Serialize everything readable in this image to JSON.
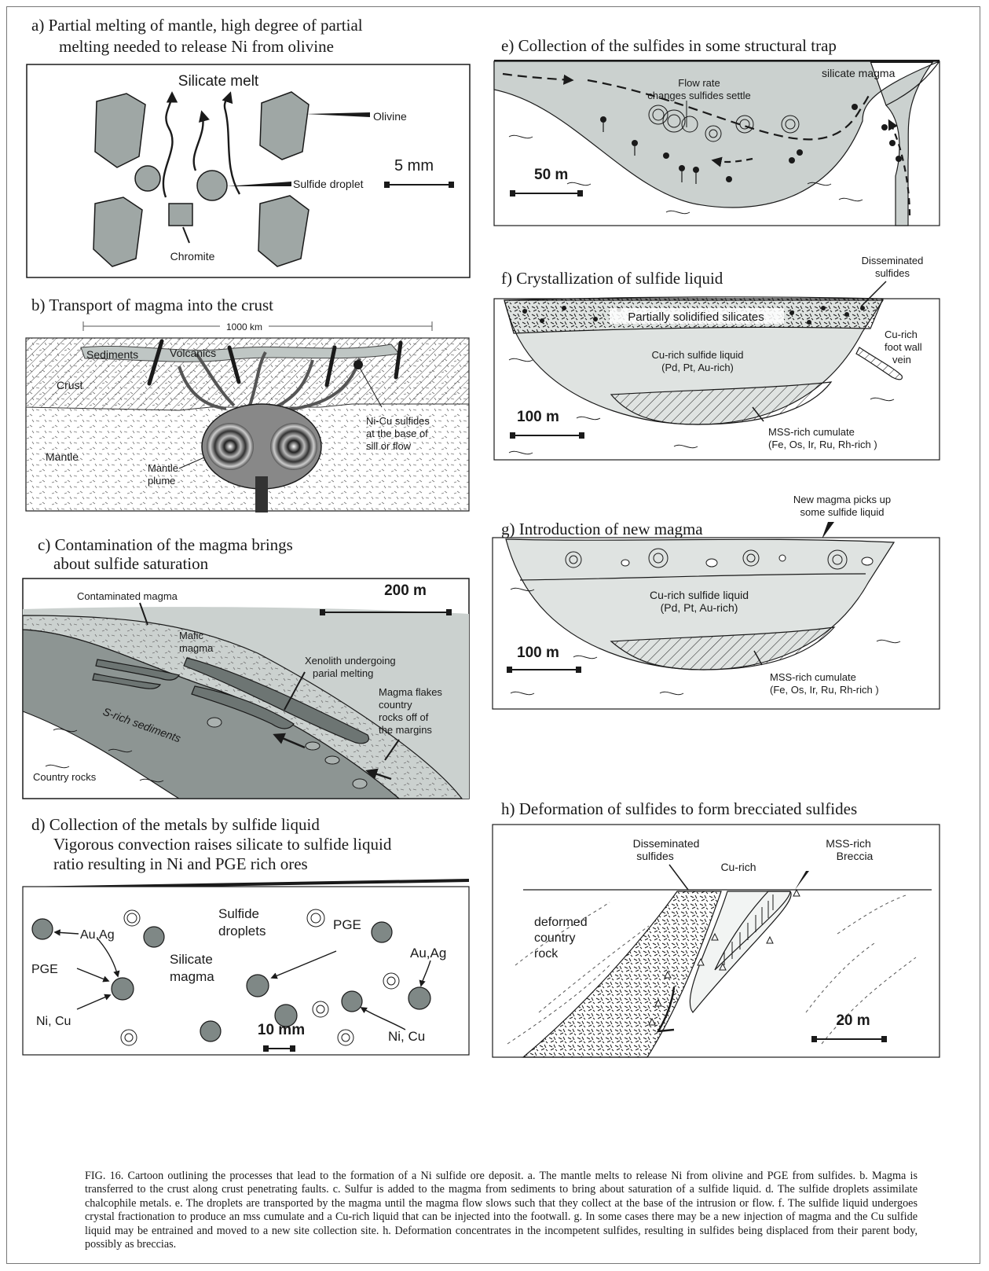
{
  "panels": {
    "a": {
      "title_1": "a)  Partial melting of mantle, high degree of partial",
      "title_2": "melting needed to release Ni from olivine",
      "silicate_melt": "Silicate melt",
      "olivine": "Olivine",
      "sulfide_droplet": "Sulfide droplet",
      "chromite": "Chromite",
      "scale": "5 mm"
    },
    "b": {
      "title": "b)  Transport of magma into the crust",
      "scale": "1000 km",
      "sediments": "Sediments",
      "volcanics": "Volcanics",
      "crust": "Crust",
      "mantle": "Mantle",
      "mantle_plume_1": "Mantle",
      "mantle_plume_2": "plume",
      "nicu_1": "Ni-Cu sulfides",
      "nicu_2": "at the base of",
      "nicu_3": "sill or flow"
    },
    "c": {
      "title_1": "c) Contamination of the magma brings",
      "title_2": "about sulfide saturation",
      "scale": "200 m",
      "contaminated": "Contaminated magma",
      "mafic_1": "Mafic",
      "mafic_2": "magma",
      "xenolith_1": "Xenolith undergoing",
      "xenolith_2": "parial melting",
      "flakes_1": "Magma flakes",
      "flakes_2": "country",
      "flakes_3": "rocks off of",
      "flakes_4": "the margins",
      "srich": "S-rich sediments",
      "country": "Country rocks"
    },
    "d": {
      "title_1": "d)  Collection of the metals by sulfide liquid",
      "title_2": "Vigorous convection raises silicate to sulfide liquid",
      "title_3": "ratio resulting in Ni and PGE rich ores",
      "auag": "Au,Ag",
      "pge": "PGE",
      "nicu": "Ni, Cu",
      "silicate_1": "Silicate",
      "silicate_2": "magma",
      "droplets_1": "Sulfide",
      "droplets_2": "droplets",
      "scale": "10 mm"
    },
    "e": {
      "title": "e)  Collection of the sulfides in some structural trap",
      "flow_1": "Flow rate",
      "flow_2": "changes sulfides settle",
      "silicate": "silicate magma",
      "scale": "50 m"
    },
    "f": {
      "title": "f)  Crystallization of sulfide liquid",
      "disseminated_1": "Disseminated",
      "disseminated_2": "sulfides",
      "partial": "Partially solidified silicates",
      "curich_1": "Cu-rich",
      "curich_2": "foot wall",
      "curich_3": "vein",
      "liquid_1": "Cu-rich sulfide liquid",
      "liquid_2": "(Pd, Pt, Au-rich)",
      "scale": "100 m",
      "mss_1": "MSS-rich cumulate",
      "mss_2": "(Fe, Os, Ir, Ru, Rh-rich )"
    },
    "g": {
      "title": "g)  Introduction of new magma",
      "picks_1": "New magma picks up",
      "picks_2": "some sulfide liquid",
      "liquid_1": "Cu-rich sulfide liquid",
      "liquid_2": "(Pd, Pt, Au-rich)",
      "scale": "100 m",
      "mss_1": "MSS-rich cumulate",
      "mss_2": "(Fe, Os, Ir, Ru, Rh-rich )"
    },
    "h": {
      "title": "h)  Deformation of sulfides to form brecciated sulfides",
      "disseminated_1": "Disseminated",
      "disseminated_2": "sulfides",
      "curich": "Cu-rich",
      "mss_1": "MSS-rich",
      "mss_2": "Breccia",
      "deformed_1": "deformed",
      "deformed_2": "country",
      "deformed_3": "rock",
      "scale": "20 m"
    }
  },
  "caption": "FIG. 16. Cartoon outlining the processes that lead to the formation of a Ni sulfide ore deposit. a. The mantle melts to release Ni from olivine and PGE from sulfides. b. Magma is transferred to the crust along crust penetrating faults. c. Sulfur is added to the magma from sediments to bring about saturation of a sulfide liquid. d. The sulfide droplets assimilate chalcophile metals. e. The droplets are transported by the magma until the magma flow slows such that they collect at the base of the intrusion or flow. f. The sulfide liquid undergoes crystal fractionation to produce an mss cumulate and a Cu-rich liquid that can be injected into the footwall. g. In some cases there may be a new injection of magma and the Cu sulfide liquid may be entrained and moved to a new site collection site. h. Deformation concentrates in the incompetent sulfides, resulting in sulfides being displaced from their parent body, possibly as breccias."
}
